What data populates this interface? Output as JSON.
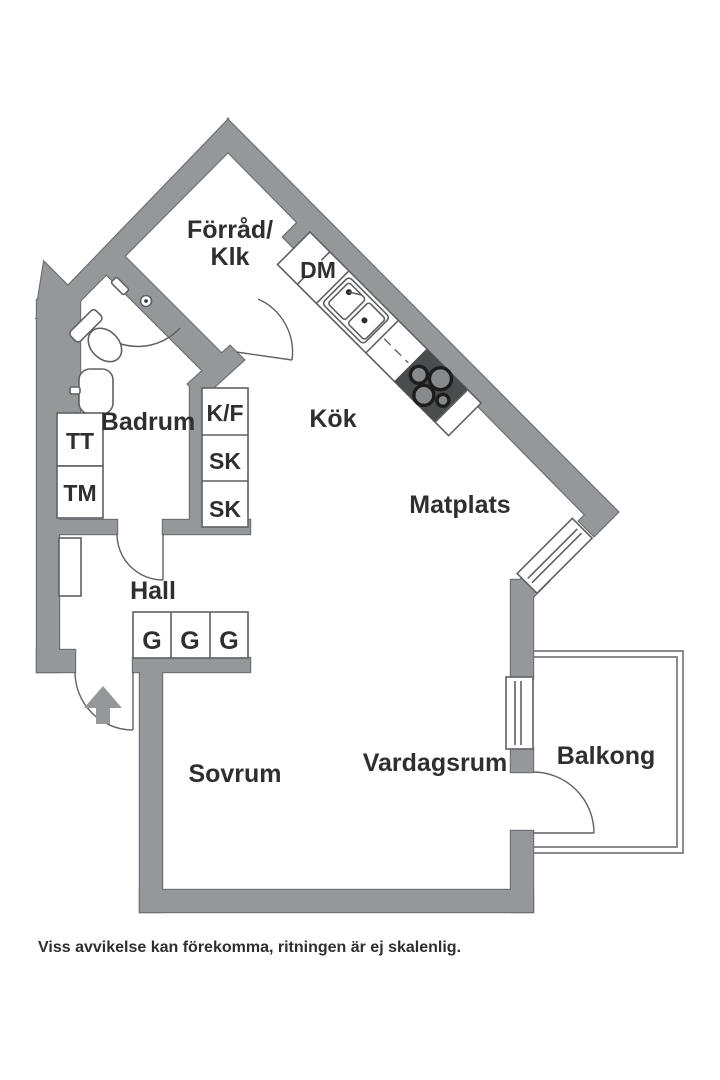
{
  "floorplan": {
    "rooms": {
      "storage_line1": "Förråd/",
      "storage_line2": "Klk",
      "kitchen": "Kök",
      "dining": "Matplats",
      "bathroom": "Badrum",
      "hall": "Hall",
      "bedroom": "Sovrum",
      "living_room": "Vardagsrum",
      "balcony": "Balkong"
    },
    "fixtures": {
      "dishwasher": "DM",
      "fridge_freezer": "K/F",
      "cabinet_1": "SK",
      "cabinet_2": "SK",
      "dryer": "TT",
      "washer": "TM",
      "wardrobe_1": "G",
      "wardrobe_2": "G",
      "wardrobe_3": "G"
    },
    "footnote": "Viss avvikelse kan förekomma, ritningen är ej skalenlig.",
    "colors": {
      "wall": "#95979a",
      "wall_outline": "#6e7073",
      "line": "#5f6163",
      "stove": "#4b4c4e",
      "burner_ring": "#1d1d1d",
      "burner_fill": "#87898b",
      "text": "#2f2f31",
      "background": "#ffffff"
    }
  }
}
